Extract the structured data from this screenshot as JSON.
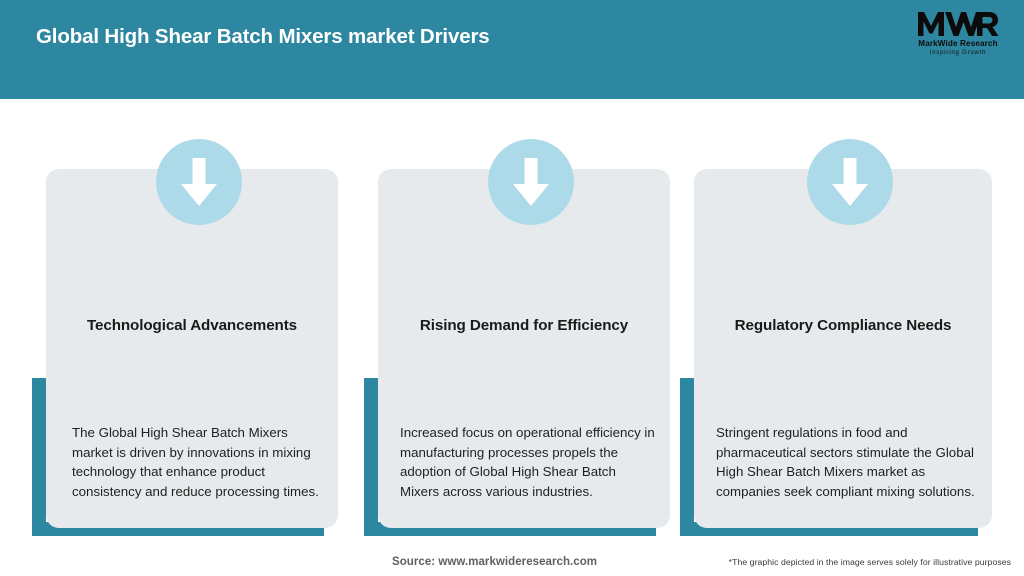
{
  "header": {
    "title": "Global High Shear Batch Mixers market Drivers",
    "background_color": "#2e87a0",
    "title_color": "#ffffff"
  },
  "logo": {
    "mark_text": "MWR",
    "name": "MarkWide Research",
    "tagline": "Inspiring Growth"
  },
  "theme": {
    "accent_teal": "#2e87a0",
    "icon_circle_blue": "#addae8",
    "panel_grey": "#e7eaec",
    "arrow_white": "#ffffff",
    "page_background": "#ffffff"
  },
  "cards": [
    {
      "icon": "arrow-down-icon",
      "heading": "Technological Advancements",
      "body": "The Global High Shear Batch Mixers market is driven by innovations in mixing technology that enhance product consistency and reduce processing times."
    },
    {
      "icon": "arrow-down-icon",
      "heading": "Rising Demand for Efficiency",
      "body": "Increased focus on operational efficiency in manufacturing processes propels the adoption of Global High Shear Batch Mixers across various industries."
    },
    {
      "icon": "arrow-down-icon",
      "heading": "Regulatory Compliance Needs",
      "body": "Stringent regulations in food and pharmaceutical sectors stimulate the Global High Shear Batch Mixers market as companies seek compliant mixing solutions."
    }
  ],
  "footer": {
    "source": "Source: www.markwideresearch.com",
    "disclaimer": "*The graphic depicted in the image serves solely for illustrative purposes"
  }
}
